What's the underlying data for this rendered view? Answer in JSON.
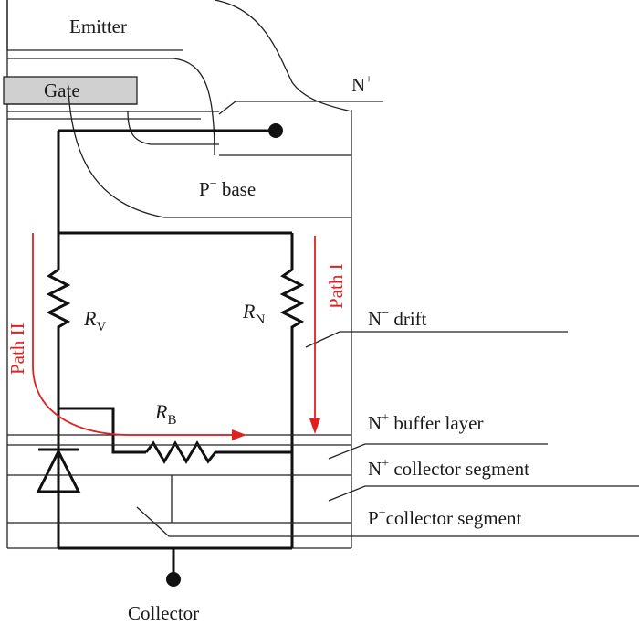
{
  "labels": {
    "emitter": "Emitter",
    "gate": "Gate",
    "n_plus": {
      "base": "N",
      "sup": "+"
    },
    "p_base": {
      "main": "P",
      "sup": "−",
      "rest": " base"
    },
    "n_drift": {
      "main": "N",
      "sup": "−",
      "rest": " drift"
    },
    "n_buffer": {
      "main": "N",
      "sup": "+",
      "rest": " buffer layer"
    },
    "n_collector": {
      "main": "N",
      "sup": "+",
      "rest": " collector segment"
    },
    "p_collector": {
      "main": "P",
      "sup": "+",
      "rest": "collector segment"
    },
    "collector": "Collector"
  },
  "resistors": {
    "rv": {
      "main": "R",
      "sub": "V"
    },
    "rn": {
      "main": "R",
      "sub": "N"
    },
    "rb": {
      "main": "R",
      "sub": "B"
    }
  },
  "paths": {
    "path_1": "Path I",
    "path_2": "Path II"
  },
  "colors": {
    "path": "#e02020",
    "gate_fill": "#d0d0d0"
  }
}
